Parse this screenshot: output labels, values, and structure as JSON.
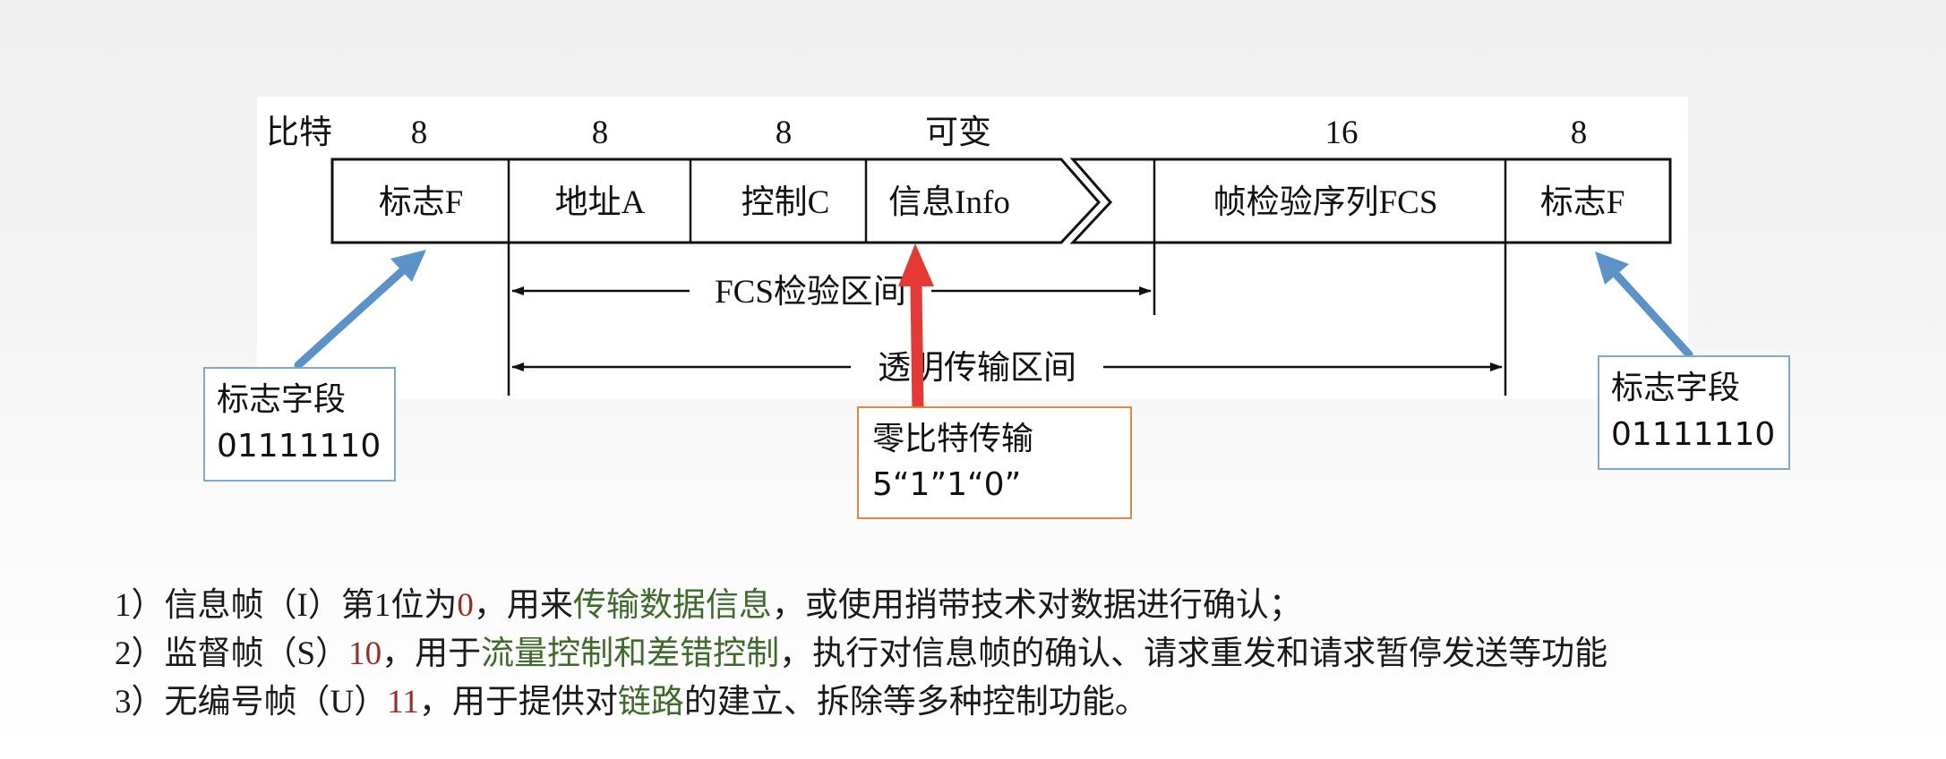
{
  "diagram": {
    "bits_label": "比特",
    "bit_widths": [
      "8",
      "8",
      "8",
      "可变",
      "16",
      "8"
    ],
    "fields": [
      "标志F",
      "地址A",
      "控制C",
      "信息Info",
      "帧检验序列FCS",
      "标志F"
    ],
    "fcs_range_label": "FCS检验区间",
    "transparent_range_label": "透明传输区间",
    "callout_left": {
      "line1": "标志字段",
      "line2": "01111110"
    },
    "callout_right": {
      "line1": "标志字段",
      "line2": "01111110"
    },
    "callout_center": {
      "line1": "零比特传输",
      "line2": "5“1”1“0”"
    },
    "colors": {
      "blue_arrow": "#5b93c8",
      "red_arrow": "#e53935",
      "callout_blue_border": "#7fa9cc",
      "callout_orange_border": "#d9874a"
    }
  },
  "bullets": [
    {
      "prefix": "1）信息帧（I）第1位为",
      "code": "0",
      "mid": "，用来",
      "highlight": "传输数据信息",
      "suffix": "，或使用捎带技术对数据进行确认；"
    },
    {
      "prefix": "2）监督帧（S）",
      "code": "10",
      "mid": "，用于",
      "highlight": "流量控制和差错控制",
      "suffix": "，执行对信息帧的确认、请求重发和请求暂停发送等功能"
    },
    {
      "prefix": "3）无编号帧（U）",
      "code": "11",
      "mid": "，用于提供对",
      "highlight": "链路",
      "suffix": "的建立、拆除等多种控制功能。"
    }
  ]
}
